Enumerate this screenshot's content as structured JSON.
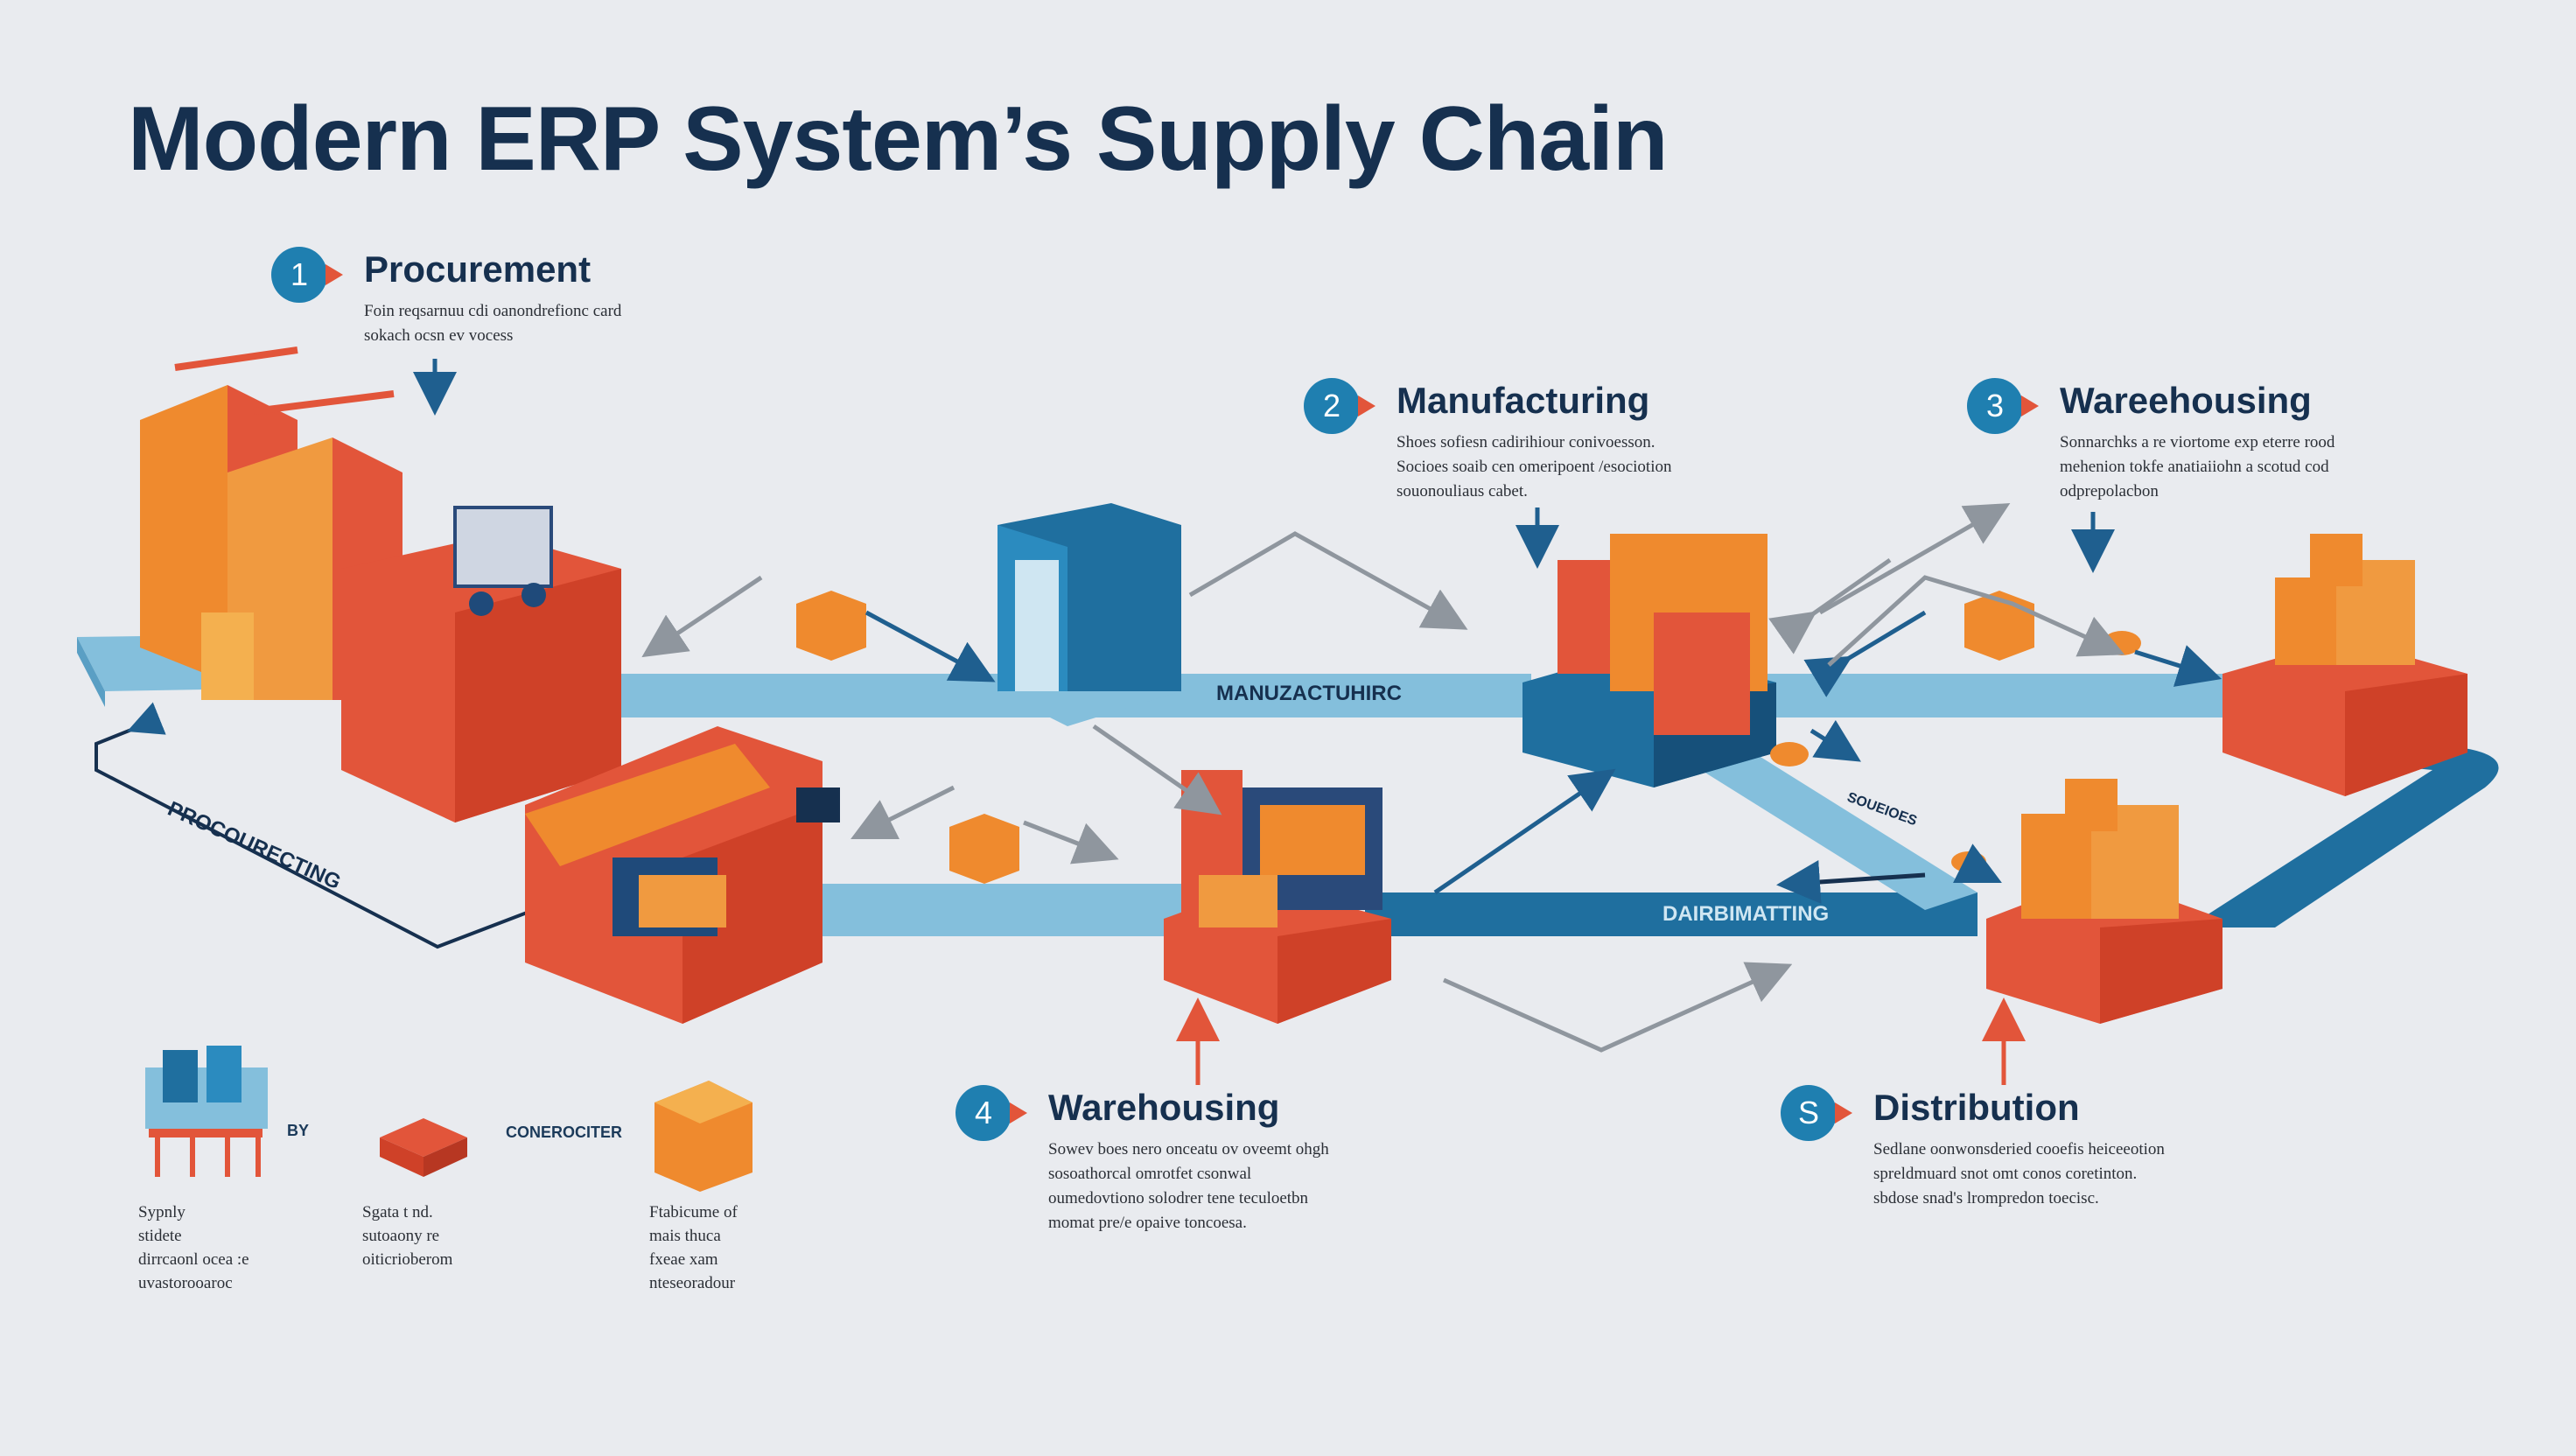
{
  "title": "Modern ERP System’s Supply Chain",
  "steps": [
    {
      "number": "1",
      "heading": "Procurement",
      "desc": "Foin reqsarnuu cdi oanondrefionc card\nsokach ocsn ev vocess"
    },
    {
      "number": "2",
      "heading": "Manufacturing",
      "desc": "Shoes sofiesn cadirihiour conivoesson.\nSocioes soaib cen omeripoent /esociotion\nsouonouliaus cabet."
    },
    {
      "number": "3",
      "heading": "Wareehousing",
      "desc": "Sonnarchks a re viortome exp eterre rood\nmehenion tokfe anatiaiiohn a scotud cod\nodprepolacbon"
    },
    {
      "number": "4",
      "heading": "Warehousing",
      "desc": "Sowev boes nero onceatu ov oveemt ohgh\nsosoathorcal omrotfet csonwal\noumedovtiono solodrer tene teculoetbn\nmomat pre/e opaive toncoesa."
    },
    {
      "number": "S",
      "heading": "Distribution",
      "desc": "Sedlane oonwonsderied cooefis heiceeotion\nspreldmuard snot omt conos coretinton.\nsbdose snad's lrompredon toecisc."
    }
  ],
  "flow_labels": {
    "procurement": "PROCOURECTING",
    "manufacturing": "MANUZACTUHIRC",
    "distribution": "DAIRBIMATTING",
    "small": "SOUEIOES"
  },
  "legend": {
    "by": "BY",
    "connector": "CONEROCITER",
    "items": [
      {
        "text": "Sypnly\nstidete\ndirrcaonl ocea :e\nuvastorooaroc"
      },
      {
        "text": "Sgata t nd.\nsutoaony re\noiticrioberom"
      },
      {
        "text": "Ftabicume of\nmais thuca\nfxeae xam\nnteseoradour"
      }
    ]
  },
  "colors": {
    "navy": "#16304f",
    "blue": "#1f7fb0",
    "lightblue": "#84bfdc",
    "orange": "#ef8a2e",
    "red": "#e2553a",
    "gray": "#9aa1aa"
  }
}
